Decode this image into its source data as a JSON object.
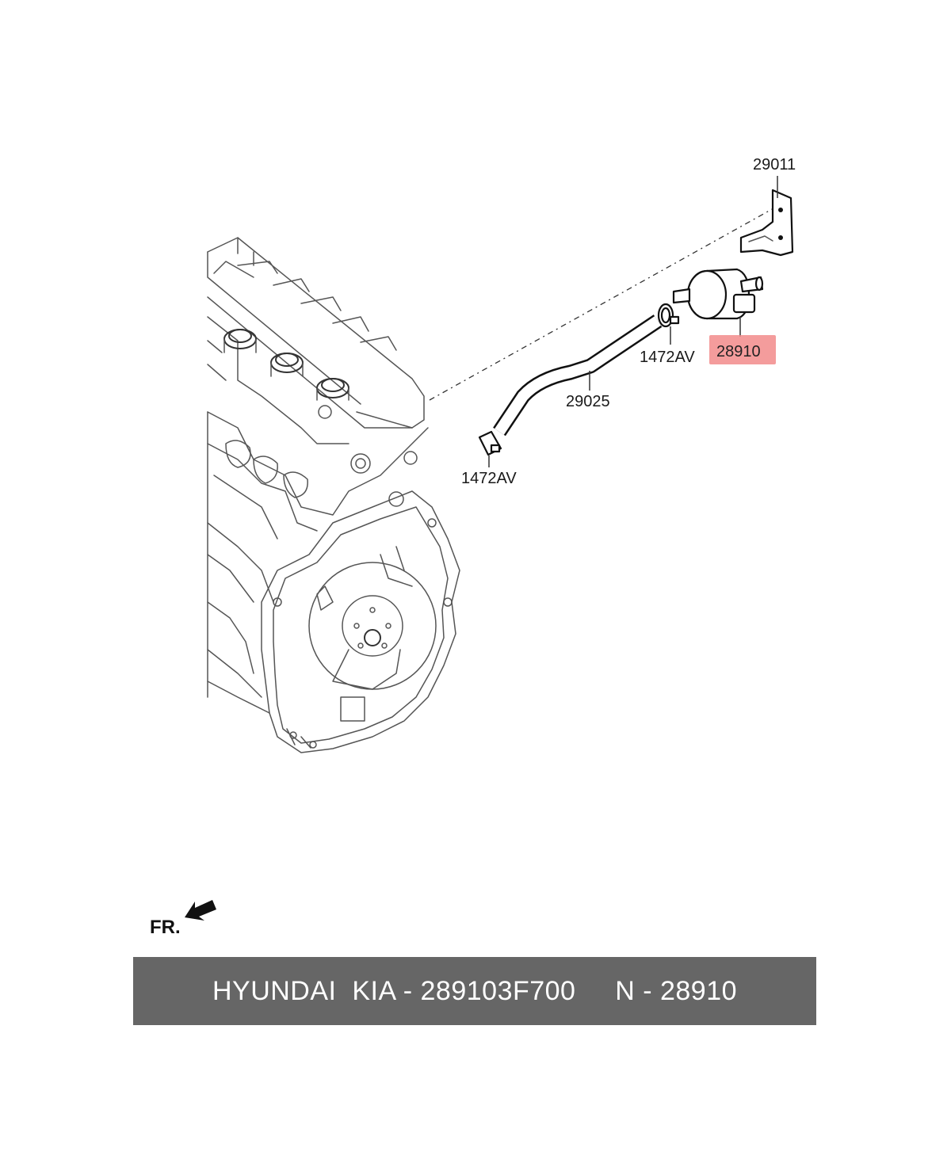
{
  "callouts": {
    "bracket": "29011",
    "valve": "28910",
    "hose": "29025",
    "clamp_upper": "1472AV",
    "clamp_lower": "1472AV"
  },
  "highlight_color": "#f28b8b",
  "orientation": {
    "label": "FR.",
    "icon": "front-direction-arrow-icon"
  },
  "footer": {
    "text": "HYUNDAI  KIA - 289103F700     N - 28910"
  }
}
